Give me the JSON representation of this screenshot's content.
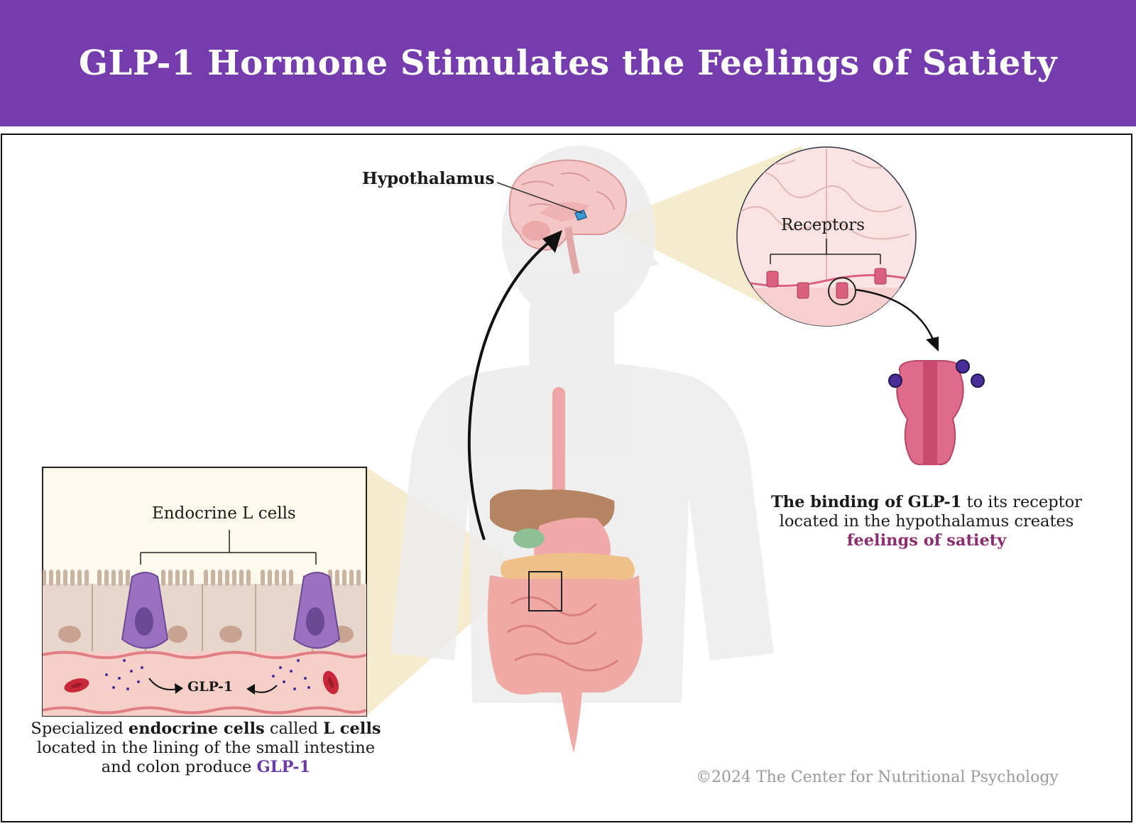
{
  "title": "GLP-1 Hormone Stimulates the Feelings of Satiety",
  "labels": {
    "hypothalamus": "Hypothalamus",
    "receptors": "Receptors",
    "endocrine_l_cells": "Endocrine L cells",
    "glp1": "GLP-1"
  },
  "left_caption": {
    "p1": "Specialized ",
    "b1": "endocrine cells",
    "p2": " called ",
    "b2": "L cells",
    "p3": " located in the lining of the small intestine and colon produce ",
    "hl": "GLP-1"
  },
  "right_caption": {
    "b1": "The binding of GLP-1",
    "p1": " to its receptor located in the hypothalamus creates ",
    "hl": "feelings of satiety"
  },
  "copyright": "©2024 The Center for Nutritional Psychology",
  "colors": {
    "header_bg": "#743cad",
    "glp1_highlight": "#6a3aa6",
    "satiety_highlight": "#8a2e6f",
    "receptor_pink": "#d9607e",
    "l_cell_purple": "#9a70c0",
    "zoom_cone": "#f3e8c2"
  },
  "icons": [
    "brain-icon",
    "human-silhouette-icon",
    "digestive-tract-icon",
    "receptor-icon",
    "glp1-molecule-icon",
    "l-cell-icon",
    "red-blood-cell-icon"
  ]
}
